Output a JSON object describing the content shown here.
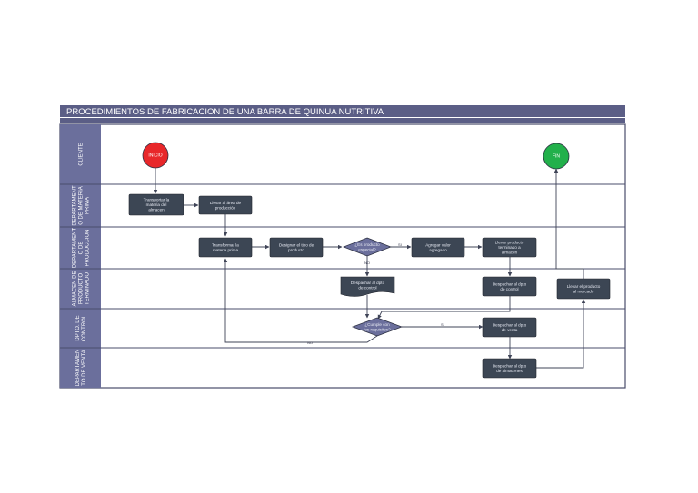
{
  "title": "PROCEDIMIENTOS DE FABRICACION DE UNA BARRA DE QUINUA NUTRITIVA",
  "lanes": [
    {
      "id": "cliente",
      "lines": [
        "CLIENTE"
      ]
    },
    {
      "id": "materia",
      "lines": [
        "DEPARTAMENT",
        "O DE MATERIA",
        "PRIMA"
      ]
    },
    {
      "id": "produccion",
      "lines": [
        "DEPARTAMENT",
        "O DE",
        "PRODUCCION"
      ]
    },
    {
      "id": "almacen",
      "lines": [
        "ALMACEN DE",
        "PRODUCTO",
        "TERMINADO"
      ]
    },
    {
      "id": "control",
      "lines": [
        "DPTO. DE",
        "CONTROL"
      ]
    },
    {
      "id": "venta",
      "lines": [
        "DEPARTAMEN",
        "TO DE VENTA"
      ]
    }
  ],
  "nodes": [
    {
      "id": "inicio",
      "shape": "circle",
      "lines": [
        "INICIO"
      ],
      "color": "#e8272a"
    },
    {
      "id": "fin",
      "shape": "circle",
      "lines": [
        "FIN"
      ],
      "color": "#22b04b"
    },
    {
      "id": "n1",
      "shape": "box",
      "lines": [
        "Transportar la",
        "materia del",
        "almacen"
      ]
    },
    {
      "id": "n2",
      "shape": "box",
      "lines": [
        "Llevar al área de",
        "producción"
      ]
    },
    {
      "id": "n3",
      "shape": "box",
      "lines": [
        "Transformar la",
        "materia prima"
      ]
    },
    {
      "id": "n4",
      "shape": "box",
      "lines": [
        "Designar el tipo de",
        "producto"
      ]
    },
    {
      "id": "d1",
      "shape": "diamond",
      "lines": [
        "¿Es producto",
        "especial?"
      ]
    },
    {
      "id": "n5",
      "shape": "box",
      "lines": [
        "Agregar valor",
        "agregado"
      ]
    },
    {
      "id": "n6",
      "shape": "box",
      "lines": [
        "Llevar producto",
        "terminado a",
        "almacen"
      ]
    },
    {
      "id": "n7",
      "shape": "doc",
      "lines": [
        "Despachar al dpto",
        "de control"
      ]
    },
    {
      "id": "n8",
      "shape": "box",
      "lines": [
        "Despachar al dpto",
        "de control"
      ]
    },
    {
      "id": "n9",
      "shape": "box",
      "lines": [
        "Llevar el producto",
        "al mercado"
      ]
    },
    {
      "id": "d2",
      "shape": "diamond",
      "lines": [
        "¿Cumple con",
        "los requisitos?"
      ]
    },
    {
      "id": "n10",
      "shape": "box",
      "lines": [
        "Despachar al dpto",
        "de venta"
      ]
    },
    {
      "id": "n11",
      "shape": "box",
      "lines": [
        "Despachar al dpto",
        "de almacenes"
      ]
    }
  ],
  "edge_labels": {
    "no": "NO",
    "si": "SI"
  },
  "colors": {
    "header": "#5b5e86",
    "lane_header": "#6b6f9c",
    "node": "#3c4654",
    "border": "#4a4d6b",
    "line": "#3f4457"
  }
}
